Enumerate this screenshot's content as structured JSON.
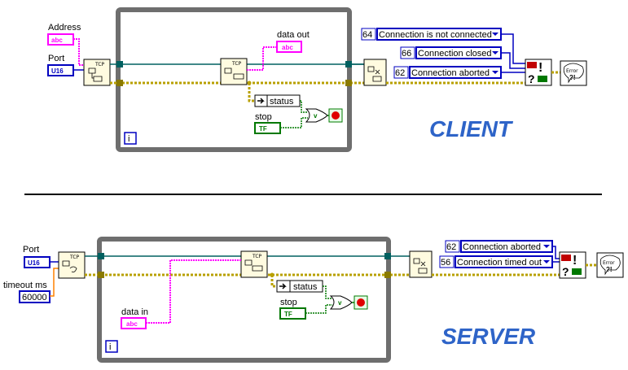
{
  "client": {
    "heading": "CLIENT",
    "address_label": "Address",
    "address_tag": "abc",
    "port_label": "Port",
    "port_tag": "U16",
    "data_out_label": "data out",
    "data_out_tag": "abc",
    "status_label": "status",
    "stop_label": "stop",
    "stop_tag": "TF",
    "loop_iter": "i",
    "errors": [
      {
        "code": "64",
        "text": "Connection is not connected"
      },
      {
        "code": "66",
        "text": "Connection closed"
      },
      {
        "code": "62",
        "text": "Connection aborted"
      }
    ],
    "error_dialog": "Error",
    "open_vi": "TCP",
    "read_vi": "TCP"
  },
  "server": {
    "heading": "SERVER",
    "port_label": "Port",
    "port_tag": "U16",
    "timeout_label": "timeout ms",
    "timeout_value": "60000",
    "data_in_label": "data in",
    "data_in_tag": "abc",
    "status_label": "status",
    "stop_label": "stop",
    "stop_tag": "TF",
    "loop_iter": "i",
    "errors": [
      {
        "code": "62",
        "text": "Connection aborted"
      },
      {
        "code": "56",
        "text": "Connection timed out"
      }
    ],
    "error_dialog": "Error",
    "listen_vi": "TCP",
    "write_vi": "TCP"
  },
  "colors": {
    "string_wire": "#ff00ff",
    "numeric_wire": "#0000c0",
    "bool_wire": "#007800",
    "error_wire": "#b8a000",
    "refnum_wire": "#006060",
    "loop_frame": "#6e6e6e",
    "heading": "#2e64c8"
  }
}
